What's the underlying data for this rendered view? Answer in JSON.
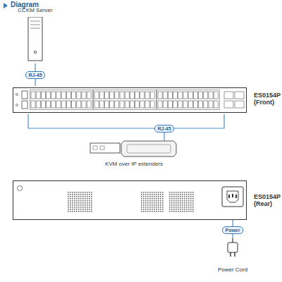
{
  "diagram": {
    "title": "Diagram",
    "nodes": [
      {
        "text": [
          "CCKM Server"
        ]
      },
      {
        "text": [
          "ES0154P (Front)"
        ]
      },
      {
        "text": [
          "KVM over IP extenders"
        ]
      },
      {
        "text": [
          "ES0154P (Rear)"
        ]
      },
      {
        "text": [
          "Power Cord"
        ]
      }
    ],
    "edges": [
      {
        "from": 0,
        "to": 1,
        "label": "RJ-45",
        "arrow": "none"
      },
      {
        "from": 1,
        "to": 2,
        "label": "RJ-45",
        "arrow": "none"
      },
      {
        "from": 3,
        "to": 4,
        "label": "Power",
        "arrow": "none"
      }
    ]
  }
}
